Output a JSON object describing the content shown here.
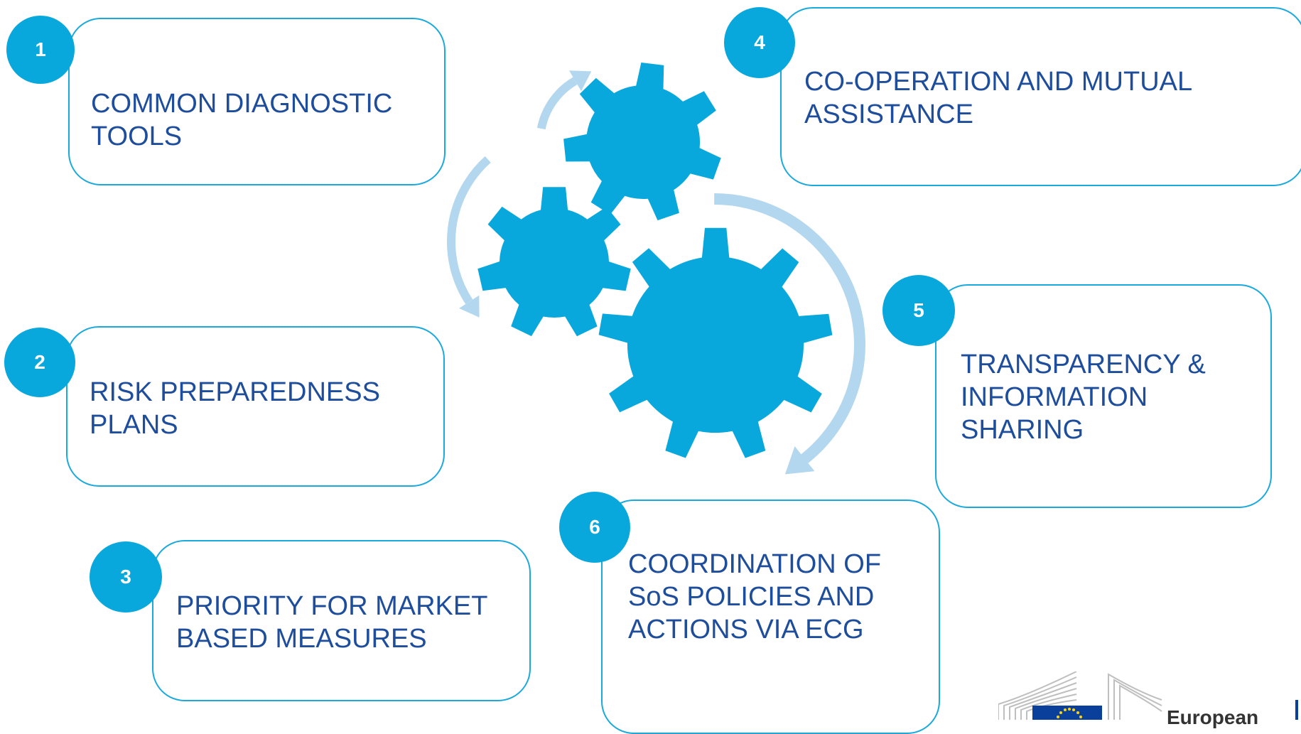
{
  "colors": {
    "accent": "#08a8dd",
    "border": "#1aa9dd",
    "text": "#1e4d9c",
    "arrow": "#b3d7ee",
    "eu_blue": "#0a3f9c",
    "eu_star": "#ffd500"
  },
  "cards": [
    {
      "number": "1",
      "label": "COMMON  DIAGNOSTIC\nTOOLS"
    },
    {
      "number": "2",
      "label": "RISK PREPAREDNESS\nPLANS"
    },
    {
      "number": "3",
      "label": "PRIORITY FOR MARKET\nBASED MEASURES"
    },
    {
      "number": "4",
      "label": "CO-OPERATION AND MUTUAL\nASSISTANCE"
    },
    {
      "number": "5",
      "label": "TRANSPARENCY &\nINFORMATION\nSHARING"
    },
    {
      "number": "6",
      "label": "COORDINATION OF\nSoS POLICIES AND\nACTIONS VIA ECG"
    }
  ],
  "graphic": {
    "gears": [
      "gear-top",
      "gear-left",
      "gear-large"
    ],
    "icons": [
      "gears-icon",
      "cycle-arrow-icon"
    ]
  },
  "footer": {
    "logo_text": "European"
  }
}
